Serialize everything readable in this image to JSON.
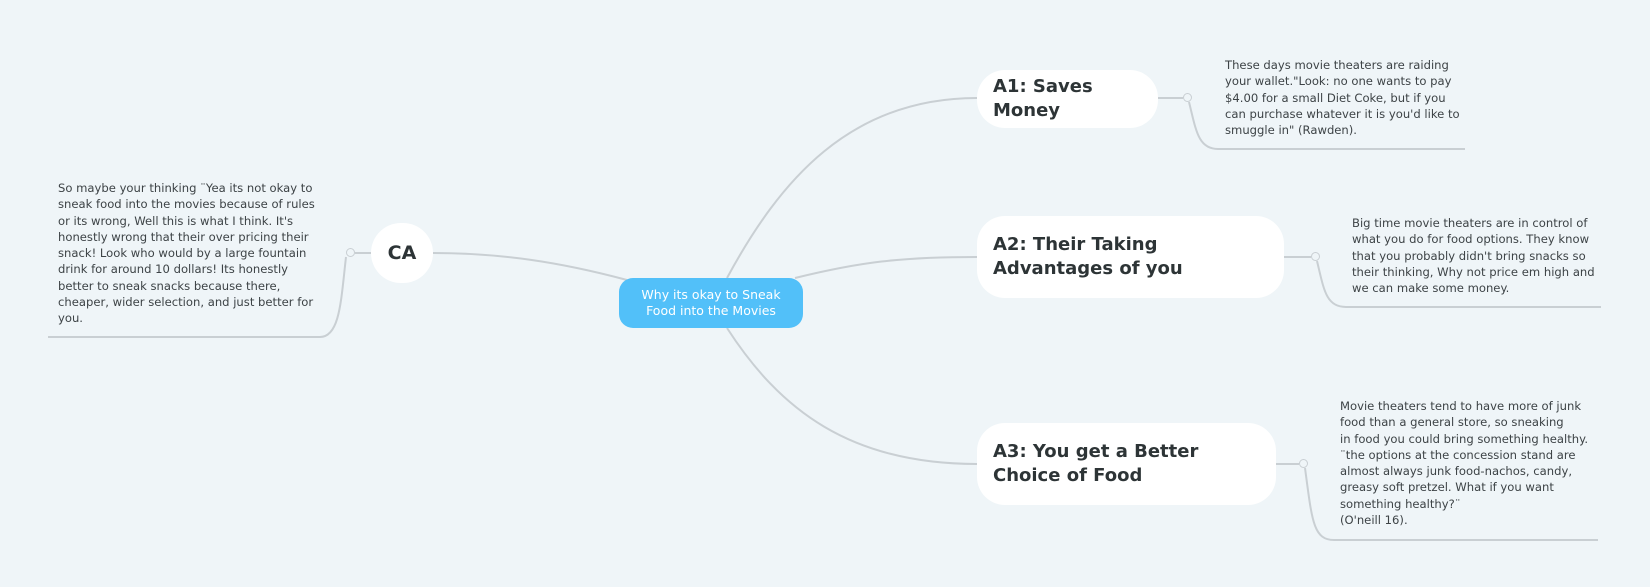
{
  "mindmap": {
    "root": {
      "label": "Why its okay to Sneak Food into the Movies"
    },
    "branches": [
      {
        "id": "a1",
        "label": "A1: Saves Money",
        "note": "These days movie theaters are raiding your wallet.\"Look: no one wants to pay $4.00 for a small Diet Coke, but if you can purchase whatever it is you'd like to smuggle in\" (Rawden)."
      },
      {
        "id": "a2",
        "label": "A2: Their Taking Advantages of you",
        "note": "Big time movie theaters are in control of what you do for food options. They know that you probably didn't bring snacks so their thinking, Why not price em high and we can make some money."
      },
      {
        "id": "a3",
        "label": "A3: You get a Better Choice of Food",
        "note": "Movie theaters tend to have more of junk food than a general store, so sneaking\nin food you could bring something healthy.\n¨the options at the concession stand are almost always junk food-nachos, candy, greasy soft pretzel. What if you want something healthy?¨\n(O'neill 16)."
      },
      {
        "id": "ca",
        "label": "CA",
        "note": "So maybe your thinking ¨Yea its not okay to sneak food into the movies because of rules or its wrong, Well this is what I think. It's honestly wrong that their over pricing their snack! Look who would by a large fountain drink for around 10 dollars! Its honestly better to sneak snacks because there, cheaper, wider selection, and just better for you."
      }
    ],
    "colors": {
      "background": "#eff5f8",
      "root_fill": "#52c0f9",
      "node_fill": "#ffffff",
      "connector": "#c9cfd3",
      "text": "#2d3436"
    }
  }
}
